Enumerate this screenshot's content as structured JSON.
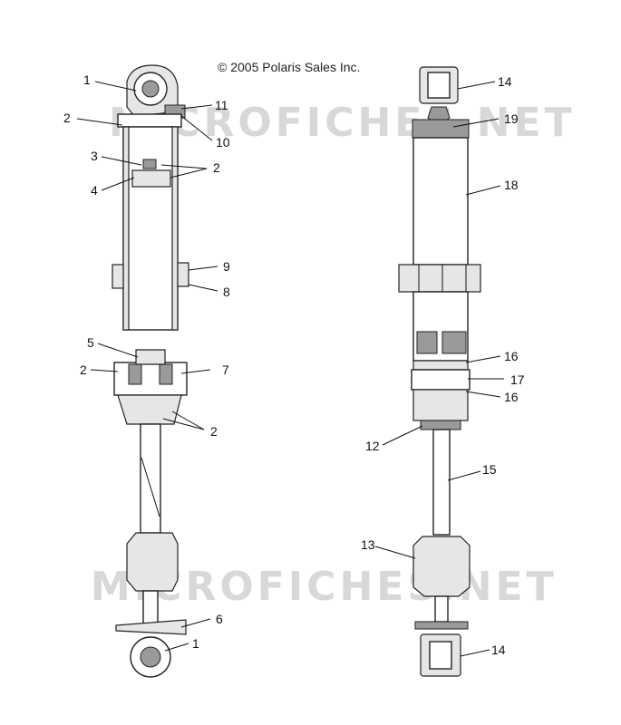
{
  "copyright": "© 2005 Polaris Sales Inc.",
  "watermark": "MICROFICHES.NET",
  "left_callouts": [
    "1",
    "2",
    "3",
    "2",
    "4",
    "11",
    "10",
    "9",
    "8",
    "5",
    "2",
    "7",
    "2",
    "6",
    "1"
  ],
  "right_callouts": [
    "14",
    "19",
    "18",
    "16",
    "17",
    "16",
    "12",
    "15",
    "13",
    "14"
  ]
}
